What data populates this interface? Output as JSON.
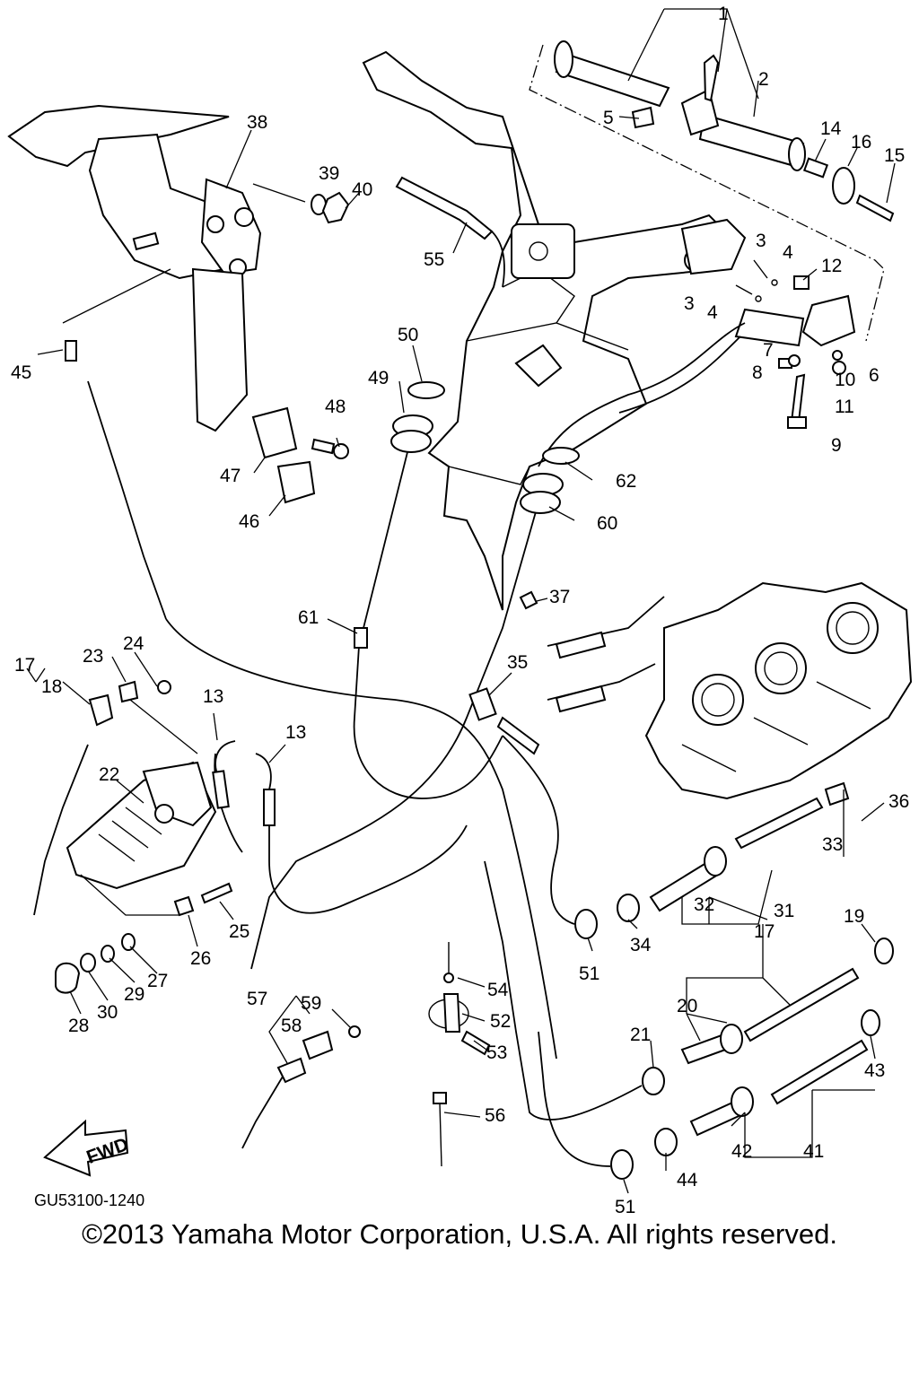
{
  "diagram": {
    "reference_code": "GU53100-1240",
    "copyright": "©2013 Yamaha Motor Corporation, U.S.A. All rights reserved.",
    "direction_label": "FWD",
    "callouts": [
      "1",
      "2",
      "3",
      "3",
      "4",
      "4",
      "5",
      "6",
      "7",
      "8",
      "9",
      "10",
      "11",
      "12",
      "13",
      "13",
      "14",
      "15",
      "16",
      "17",
      "17",
      "18",
      "19",
      "20",
      "21",
      "22",
      "23",
      "24",
      "25",
      "26",
      "27",
      "28",
      "29",
      "30",
      "31",
      "32",
      "33",
      "34",
      "35",
      "36",
      "37",
      "38",
      "39",
      "40",
      "41",
      "42",
      "43",
      "44",
      "45",
      "46",
      "47",
      "48",
      "49",
      "50",
      "51",
      "51",
      "52",
      "53",
      "54",
      "55",
      "56",
      "57",
      "58",
      "59",
      "60",
      "61",
      "62"
    ]
  }
}
